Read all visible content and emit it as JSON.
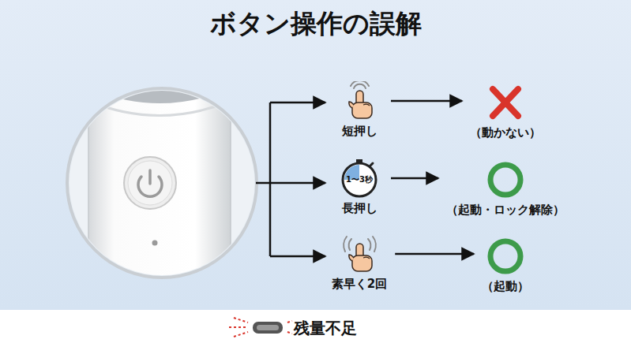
{
  "diagram": {
    "title": "ボタン操作の誤解",
    "nodes": [
      {
        "text": [
          "短押し"
        ]
      },
      {
        "text": [
          "1〜3秒",
          "長押し"
        ]
      },
      {
        "text": [
          "素早く2回"
        ]
      },
      {
        "text": [
          "（動かない）"
        ]
      },
      {
        "text": [
          "（起動・ロック解除）"
        ]
      },
      {
        "text": [
          "（起動）"
        ]
      }
    ],
    "edges": [
      {
        "from": 0,
        "to": 3,
        "arrow": "to"
      },
      {
        "from": 1,
        "to": 4,
        "arrow": "to"
      },
      {
        "from": 2,
        "to": 5,
        "arrow": "to"
      }
    ],
    "labels": [
      "残量不足"
    ]
  }
}
